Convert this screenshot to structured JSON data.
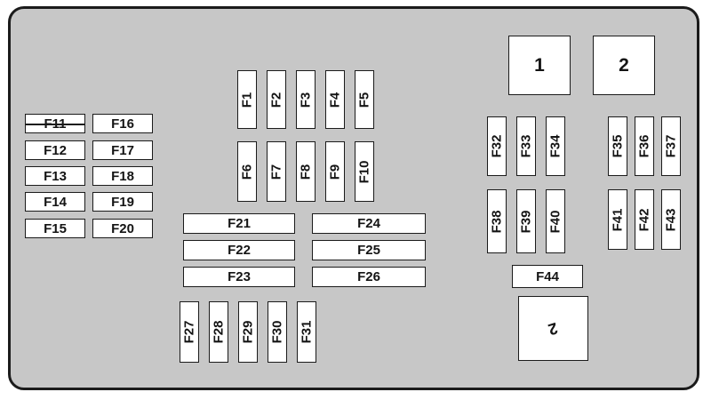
{
  "colors": {
    "canvas_bg": "#c7c7c7",
    "box_bg": "#ffffff",
    "line": "#1b1b1b"
  },
  "fuses": {
    "left_col1": [
      "F11",
      "F12",
      "F13",
      "F14",
      "F15"
    ],
    "left_col2": [
      "F16",
      "F17",
      "F18",
      "F19",
      "F20"
    ],
    "mid_row1": [
      "F1",
      "F2",
      "F3",
      "F4",
      "F5"
    ],
    "mid_row2": [
      "F6",
      "F7",
      "F8",
      "F9",
      "F10"
    ],
    "wide_left": [
      "F21",
      "F22",
      "F23"
    ],
    "wide_right": [
      "F24",
      "F25",
      "F26"
    ],
    "bottom_row": [
      "F27",
      "F28",
      "F29",
      "F30",
      "F31"
    ],
    "right_group_tl": [
      "F32",
      "F33",
      "F34"
    ],
    "right_group_tr": [
      "F35",
      "F36",
      "F37"
    ],
    "right_group_bl": [
      "F38",
      "F39",
      "F40"
    ],
    "right_group_br": [
      "F41",
      "F42",
      "F43"
    ],
    "f44": "F44"
  },
  "modules": {
    "square1": "1",
    "square2": "2",
    "bottom_square": "2"
  }
}
